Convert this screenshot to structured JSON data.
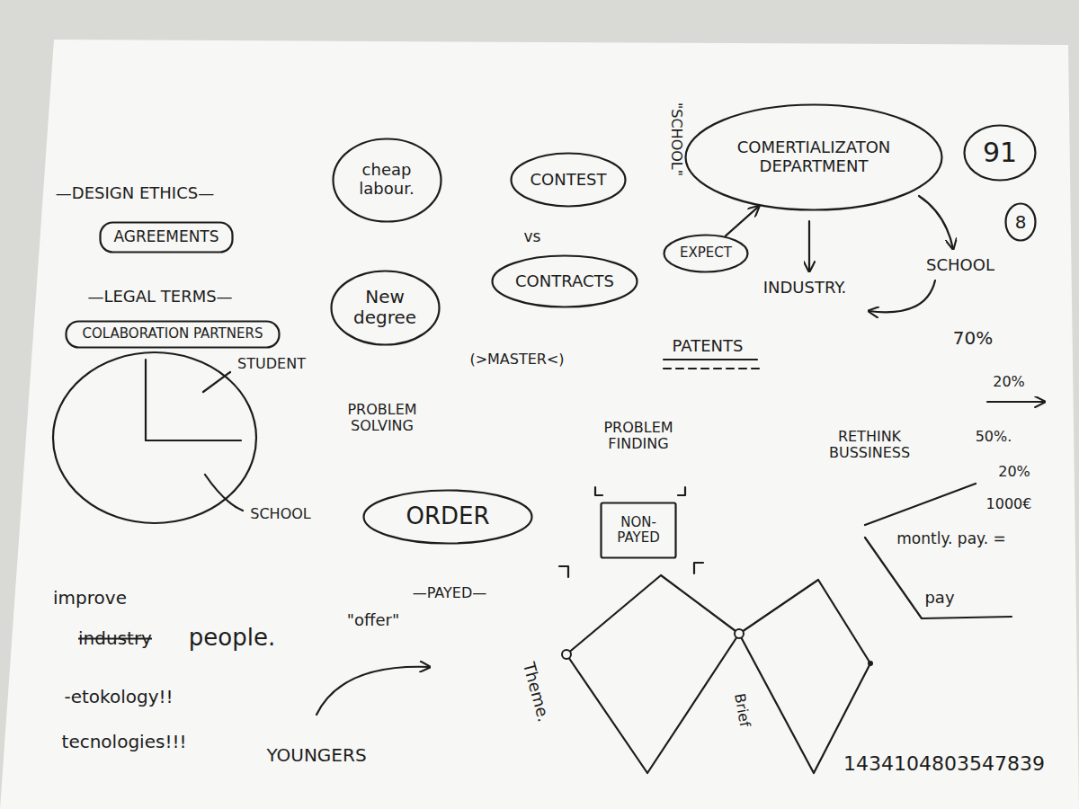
{
  "diagram": {
    "nodes": [
      {
        "text": [
          "cheap labour."
        ]
      },
      {
        "text": [
          "CONTEST"
        ]
      },
      {
        "text": [
          "COMERTIALIZATON DEPARTMENT"
        ]
      },
      {
        "text": [
          "91"
        ]
      },
      {
        "text": [
          "AGREEMENTS"
        ]
      },
      {
        "text": [
          "8"
        ]
      },
      {
        "text": [
          "EXPECT"
        ]
      },
      {
        "text": [
          "CONTRACTS"
        ]
      },
      {
        "text": [
          "New degree"
        ]
      },
      {
        "text": [
          "COLABORATION PARTNERS"
        ]
      },
      {
        "text": [
          "ORDER"
        ]
      },
      {
        "text": [
          "NON-PAYED"
        ]
      }
    ],
    "edges": [
      {
        "from": 6,
        "to": 2,
        "arrow": "to"
      }
    ],
    "labels": [
      "—DESIGN ETHICS—",
      "\"SCHOOL\"",
      "—LEGAL TERMS—",
      "vs",
      "INDUSTRY.",
      "SCHOOL",
      "70%",
      "STUDENT",
      "(>MASTER<)",
      "PATENTS",
      "20%",
      "PROBLEM SOLVING",
      "PROBLEM FINDING",
      "RETHINK BUSSINESS",
      "50%.",
      "20%",
      "1000€",
      "SCHOOL",
      "montly. pay. =",
      "improve",
      "—PAYED—",
      "pay",
      "\"offer\"",
      "industry",
      "people.",
      "Theme.",
      "Brief",
      "-etokology!!",
      "tecnologies!!!",
      "YOUNGERS",
      "1434104803547839"
    ]
  }
}
